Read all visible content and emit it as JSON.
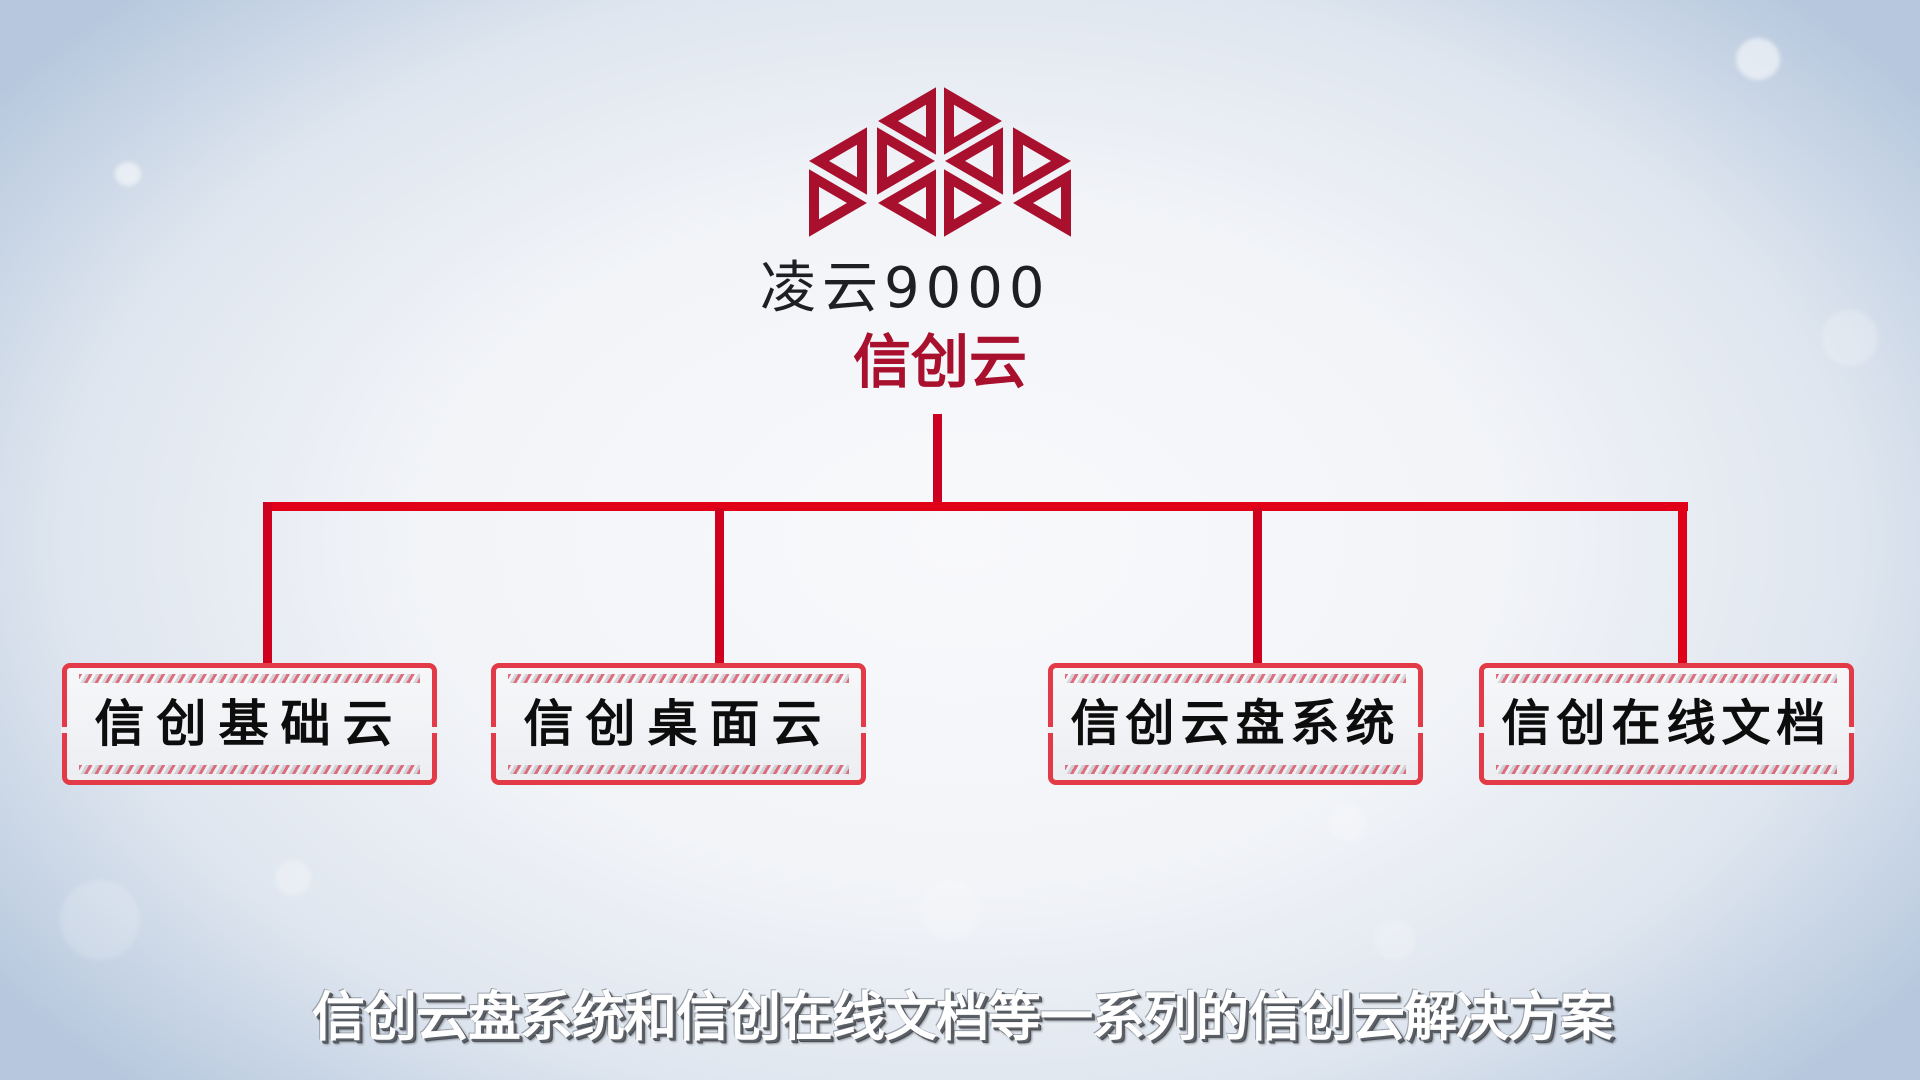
{
  "colors": {
    "logo_red": "#a8102e",
    "connector_red": "#e00018",
    "box_border": "#e23a46",
    "title_dark": "#1d1f23",
    "label_black": "#0d0d0d",
    "subtitle_white": "#ffffff"
  },
  "header": {
    "logo_icon": "triangle-lattice-logo",
    "title": "凌云9000",
    "subtitle": "信创云"
  },
  "tree": {
    "root": "信创云",
    "children": [
      {
        "label": "信创基础云"
      },
      {
        "label": "信创桌面云"
      },
      {
        "label": "信创云盘系统"
      },
      {
        "label": "信创在线文档"
      }
    ]
  },
  "caption": {
    "text": "信创云盘系统和信创在线文档等一系列的信创云解决方案"
  }
}
